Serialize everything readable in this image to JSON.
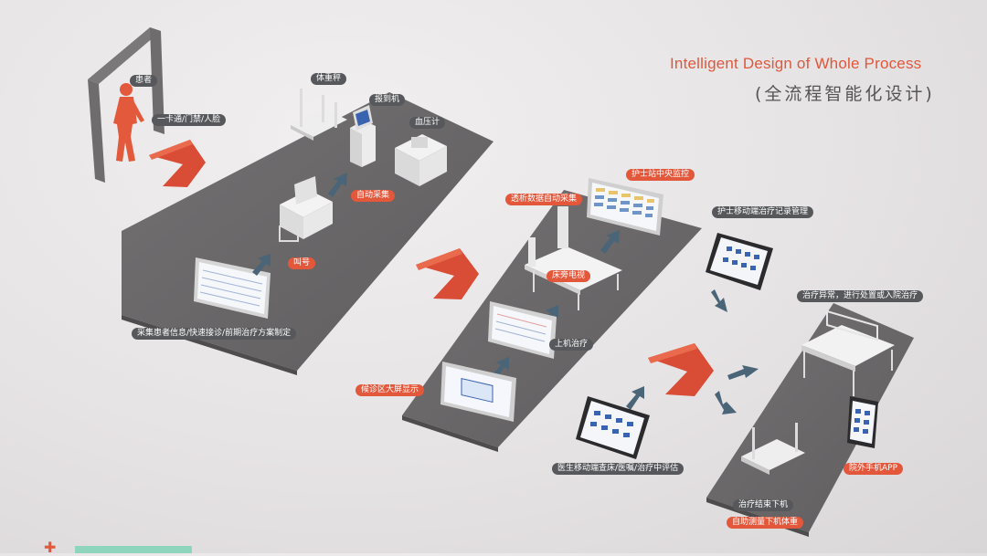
{
  "title": {
    "en": "Intelligent Design of Whole Process",
    "cn": "(全流程智能化设计)"
  },
  "labels": {
    "patient": "患者",
    "access": "一卡通/门禁/人脸",
    "scale": "体重秤",
    "checkin": "报到机",
    "bp": "血压计",
    "auto_collect": "自动采集",
    "call": "叫号",
    "collect_info": "采集患者信息/快速接诊/前期治疗方案制定",
    "nurse_monitor": "护士站中央监控",
    "dialysis_collect": "透析数据自动采集",
    "nurse_mobile": "护士移动端治疗记录管理",
    "bedside_tv": "床旁电视",
    "start_treat": "上机治疗",
    "waiting_screen": "候诊区大屏显示",
    "abnormal": "治疗异常，进行处置或入院治疗",
    "doctor_mobile": "医生移动端查床/医嘱/治疗中评估",
    "outpatient_app": "院外手机APP",
    "treat_end": "治疗结束下机",
    "auto_weigh": "自助测量下机体重"
  },
  "colors": {
    "accent": "#e3573b",
    "tag_dark": "#56585b",
    "platform": "#6a6869",
    "arrow_blue": "#4a6478",
    "screen_blue": "#3a63b0"
  },
  "icons": [
    "access-gate-icon",
    "patient-figure-icon",
    "big-arrow-icon",
    "small-arrow-icon",
    "monitor-icon",
    "tablet-icon",
    "phone-icon",
    "bed-icon",
    "scale-icon",
    "kiosk-icon",
    "desk-icon"
  ]
}
